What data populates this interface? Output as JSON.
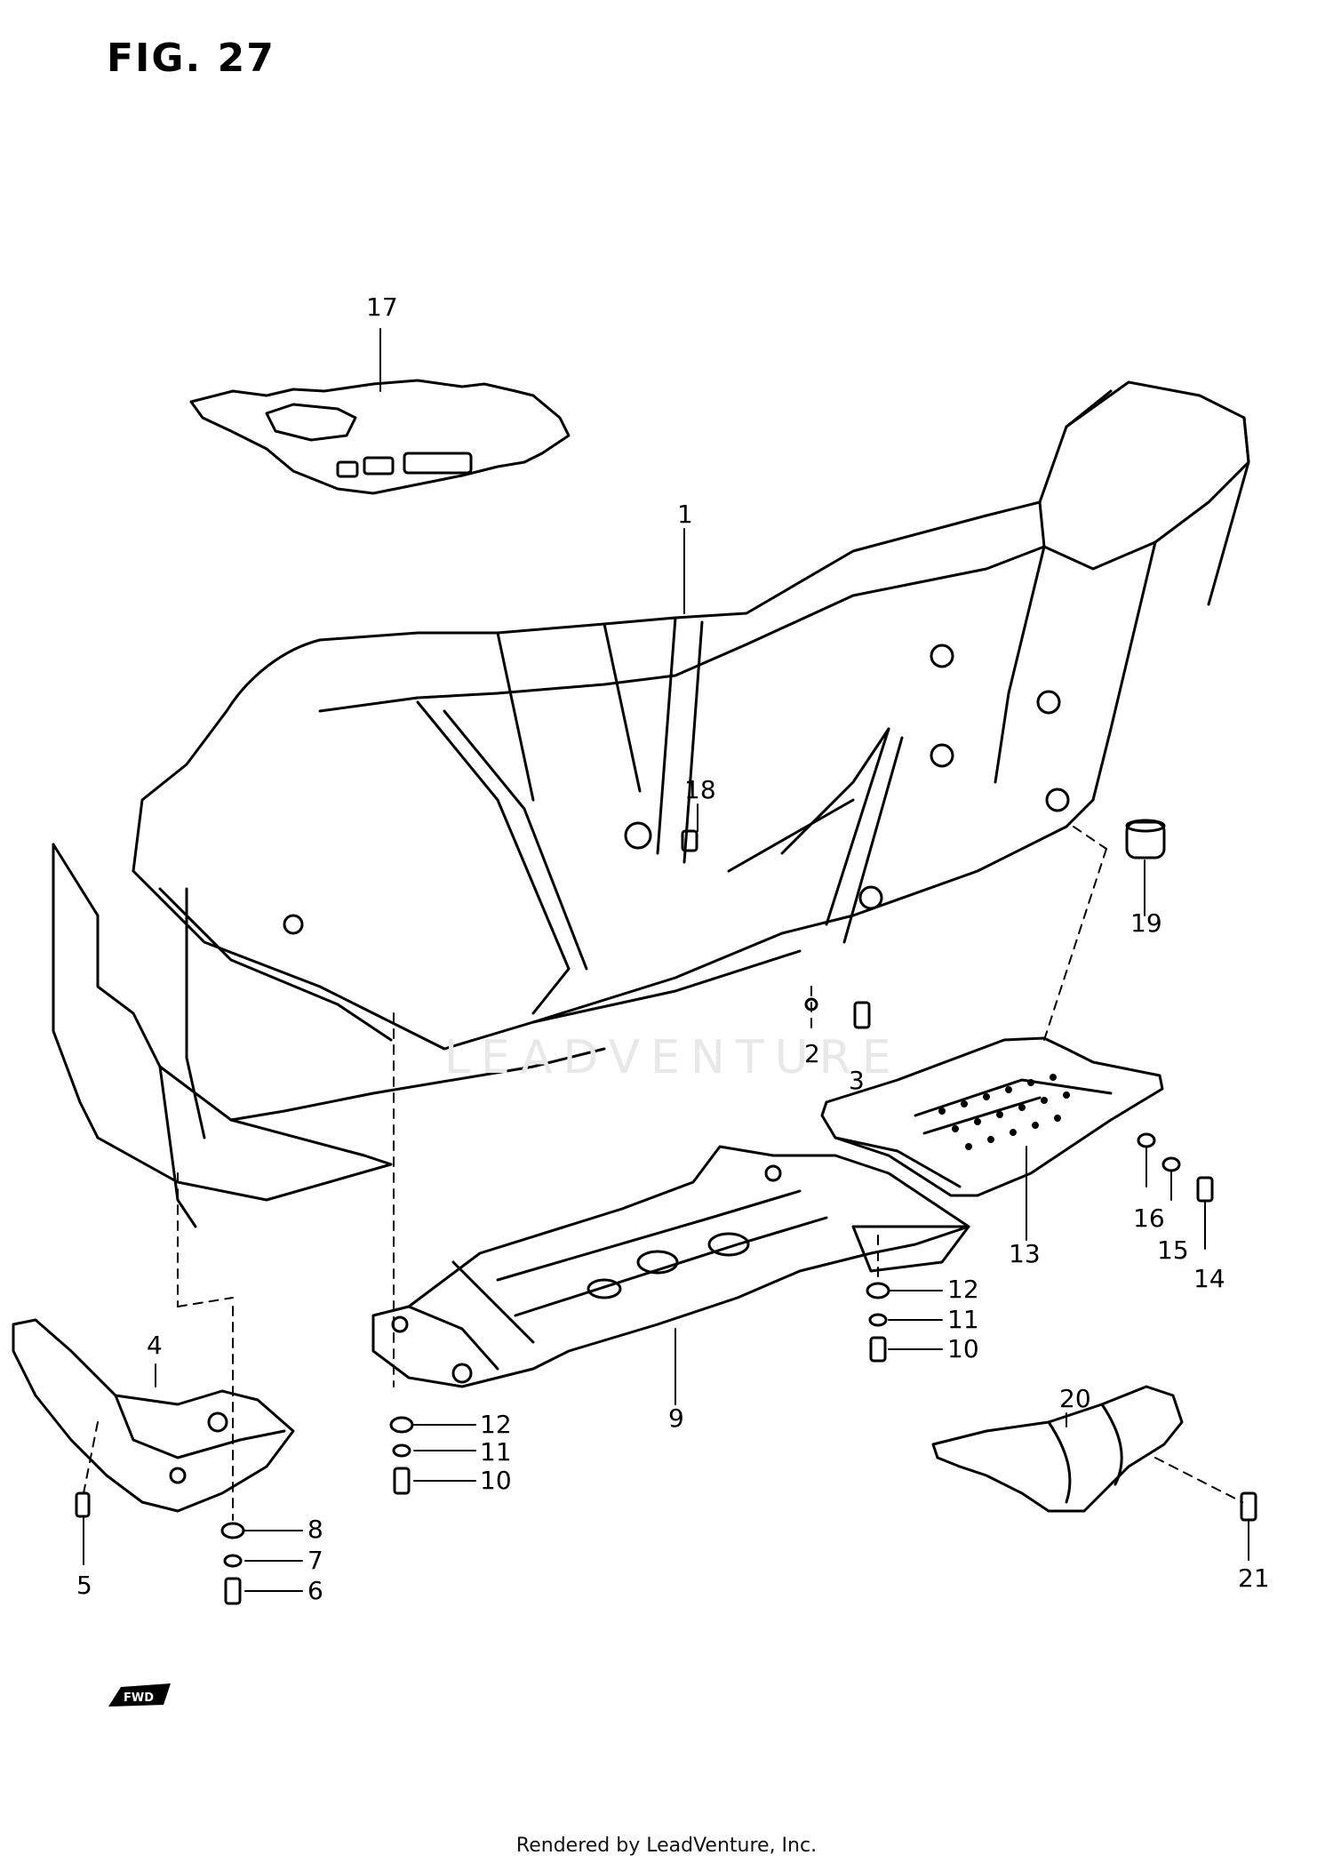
{
  "figure": {
    "title": "FIG. 27"
  },
  "watermark": "LEADVENTURE",
  "footer": "Rendered by LeadVenture, Inc.",
  "fwd_badge": "FWD",
  "callouts": {
    "c1": "1",
    "c2": "2",
    "c3": "3",
    "c4": "4",
    "c5": "5",
    "c6": "6",
    "c7": "7",
    "c8": "8",
    "c9": "9",
    "c10a": "10",
    "c10b": "10",
    "c11a": "11",
    "c11b": "11",
    "c12a": "12",
    "c12b": "12",
    "c13": "13",
    "c14": "14",
    "c15": "15",
    "c16": "16",
    "c17": "17",
    "c18": "18",
    "c19": "19",
    "c20": "20",
    "c21": "21"
  }
}
